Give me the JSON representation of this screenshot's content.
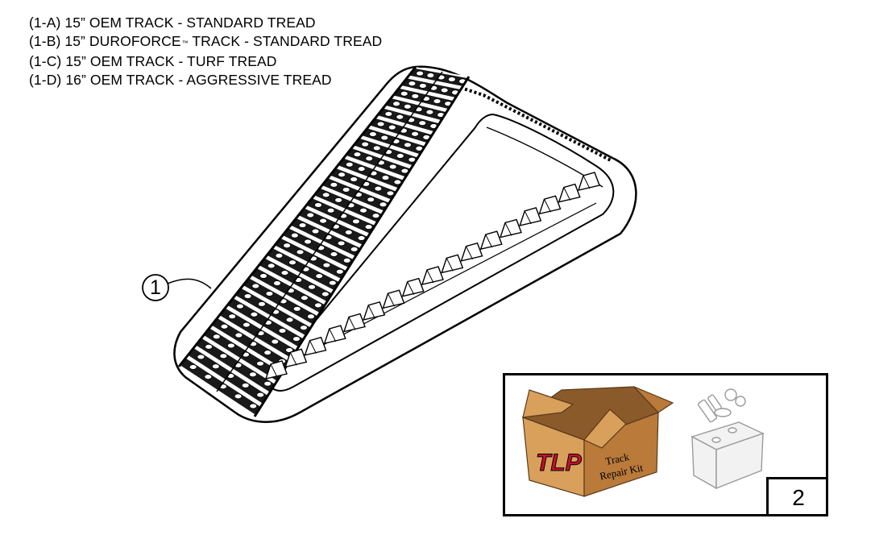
{
  "parts": [
    {
      "code": "(1-A)",
      "text": "15” OEM TRACK - STANDARD TREAD"
    },
    {
      "code": "(1-B)",
      "text": "15” DUROFORCE",
      "mark": "™",
      "after": " TRACK - STANDARD TREAD"
    },
    {
      "code": "(1-C)",
      "text": "15” OEM TRACK - TURF TREAD"
    },
    {
      "code": "(1-D)",
      "text": "16” OEM TRACK - AGGRESSIVE TREAD"
    }
  ],
  "callouts": {
    "track": "1",
    "kit": "2"
  },
  "kit": {
    "logo": "TLP",
    "label_line1": "Track",
    "label_line2": "Repair Kit"
  },
  "colors": {
    "cardboard": "#d9a05b",
    "cardboard_dark": "#b97a3a",
    "logo_red": "#c8102e"
  }
}
